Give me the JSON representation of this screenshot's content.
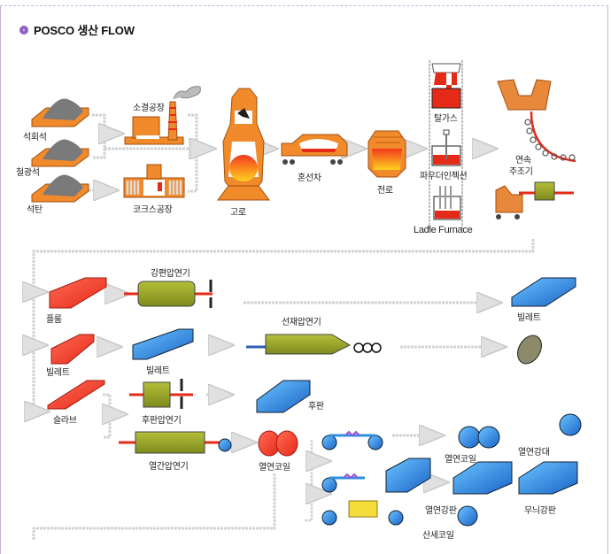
{
  "header": {
    "title": "POSCO 생산 FLOW",
    "bullet_icon": "circle-chevron-right-icon"
  },
  "colors": {
    "accent": "#8e5fc4",
    "frame": "#c9b2dd",
    "connector": "#cfcfcf",
    "orange": "#f08a2a",
    "red": "#ee3322",
    "olive": "#9aa52a",
    "blue": "#2f8fe0"
  },
  "raw_materials": {
    "limestone": "석회석",
    "iron_ore": "철광석",
    "coal": "석탄"
  },
  "iron_making": {
    "sinter_plant": "소결공장",
    "coke_plant": "코크스공장",
    "blast_furnace": "고로",
    "torpedo_car": "혼선차",
    "converter": "전로"
  },
  "secondary_refining": {
    "degassing": "탈가스",
    "powder_injection": "파우더인젝션",
    "ladle_furnace": "Ladle Furnace"
  },
  "casting": {
    "continuous_caster": [
      "연속",
      "주조기"
    ]
  },
  "semi_products": {
    "bloom": "플룸",
    "billet": "빌레트",
    "slab": "슬라브"
  },
  "rolling": {
    "blooming_mill": "강편압연기",
    "billet_mid": "빌레트",
    "wire_rod_mill": "선재압연기",
    "plate_mill": "후판압연기",
    "hot_strip_mill": "열간압연기"
  },
  "products": {
    "billet_out": "빌레트",
    "plate": "후판",
    "hot_coil": "열연코일",
    "hot_coil_2": "열연코일",
    "hot_strip": "열연강대",
    "hot_sheet": "열연강판",
    "checkered_plate": "무늬강판",
    "pickled_coil": "산세코일"
  }
}
